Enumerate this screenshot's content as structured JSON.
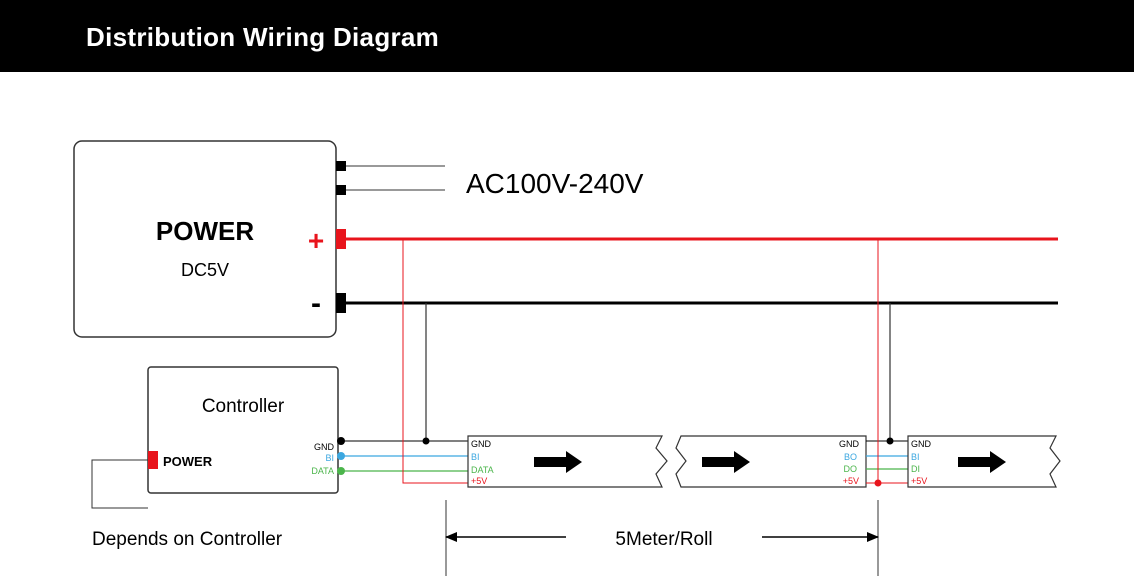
{
  "header": {
    "title": "Distribution Wiring Diagram"
  },
  "power_supply": {
    "title": "POWER",
    "voltage": "DC5V",
    "plus_symbol": "+",
    "minus_symbol": "-"
  },
  "ac_input": {
    "label": "AC100V-240V"
  },
  "controller": {
    "title": "Controller",
    "power_label": "POWER",
    "pins": {
      "gnd": "GND",
      "bi": "BI",
      "data": "DATA"
    },
    "note": "Depends on Controller"
  },
  "strip_segment_1": {
    "pins": {
      "gnd": "GND",
      "bi": "BI",
      "data": "DATA",
      "v5": "+5V"
    }
  },
  "strip_segment_2": {
    "pins": {
      "gnd": "GND",
      "bo": "BO",
      "do": "DO",
      "v5": "+5V"
    }
  },
  "strip_segment_3": {
    "pins": {
      "gnd": "GND",
      "bi": "BI",
      "di": "DI",
      "v5": "+5V"
    }
  },
  "dimension": {
    "label": "5Meter/Roll"
  },
  "colors": {
    "positive": "#e8141c",
    "negative": "#000000",
    "bi_wire": "#3ba7e0",
    "data_wire": "#4bb54b",
    "header_bg": "#000000"
  }
}
